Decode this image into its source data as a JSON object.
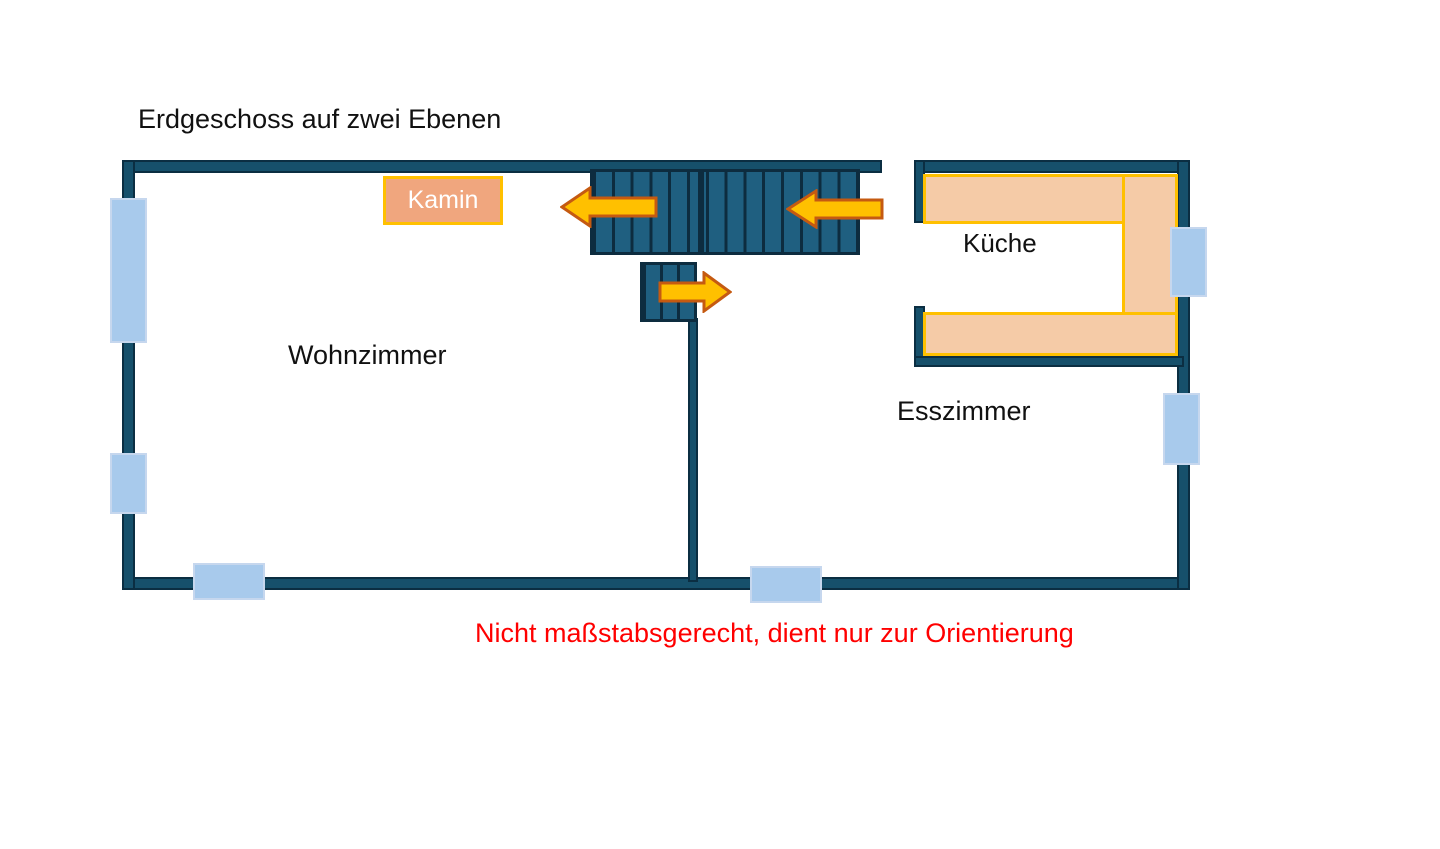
{
  "title": "Erdgeschoss auf zwei Ebenen",
  "note": {
    "text": "Nicht maßstabsgerecht, dient nur zur Orientierung",
    "color": "#FF0000"
  },
  "rooms": [
    {
      "id": "wohnzimmer",
      "label": "Wohnzimmer"
    },
    {
      "id": "kueche",
      "label": "Küche"
    },
    {
      "id": "esszimmer",
      "label": "Esszimmer"
    }
  ],
  "fireplace": {
    "label": "Kamin"
  },
  "stairs": {
    "main": {
      "treads": 14,
      "arrows": [
        "left",
        "left"
      ]
    },
    "small": {
      "treads": 3,
      "arrows": [
        "right"
      ]
    }
  },
  "windows": [
    {
      "location": "left-wall-upper"
    },
    {
      "location": "left-wall-lower"
    },
    {
      "location": "bottom-wall-left"
    },
    {
      "location": "bottom-wall-middle"
    },
    {
      "location": "right-wall-upper"
    },
    {
      "location": "right-wall-middle"
    }
  ],
  "colors": {
    "bg": "#FFFFFF",
    "text_color": "#111111",
    "wall_fill": "#16506B",
    "wall_edge": "#0B2E42",
    "stair_fill": "#1F5F80",
    "stair_line": "#0D2C3F",
    "window_fill": "#A8CAEC",
    "window_edge": "#C6D7EE",
    "counter_fill": "#F5CBA7",
    "counter_edge": "#FFC000",
    "kamin_fill": "#F0A67E",
    "kamin_text": "#FFFFFF",
    "arrow_fill": "#FFC000",
    "arrow_edge": "#C55A11",
    "note_color": "#FF0000"
  }
}
